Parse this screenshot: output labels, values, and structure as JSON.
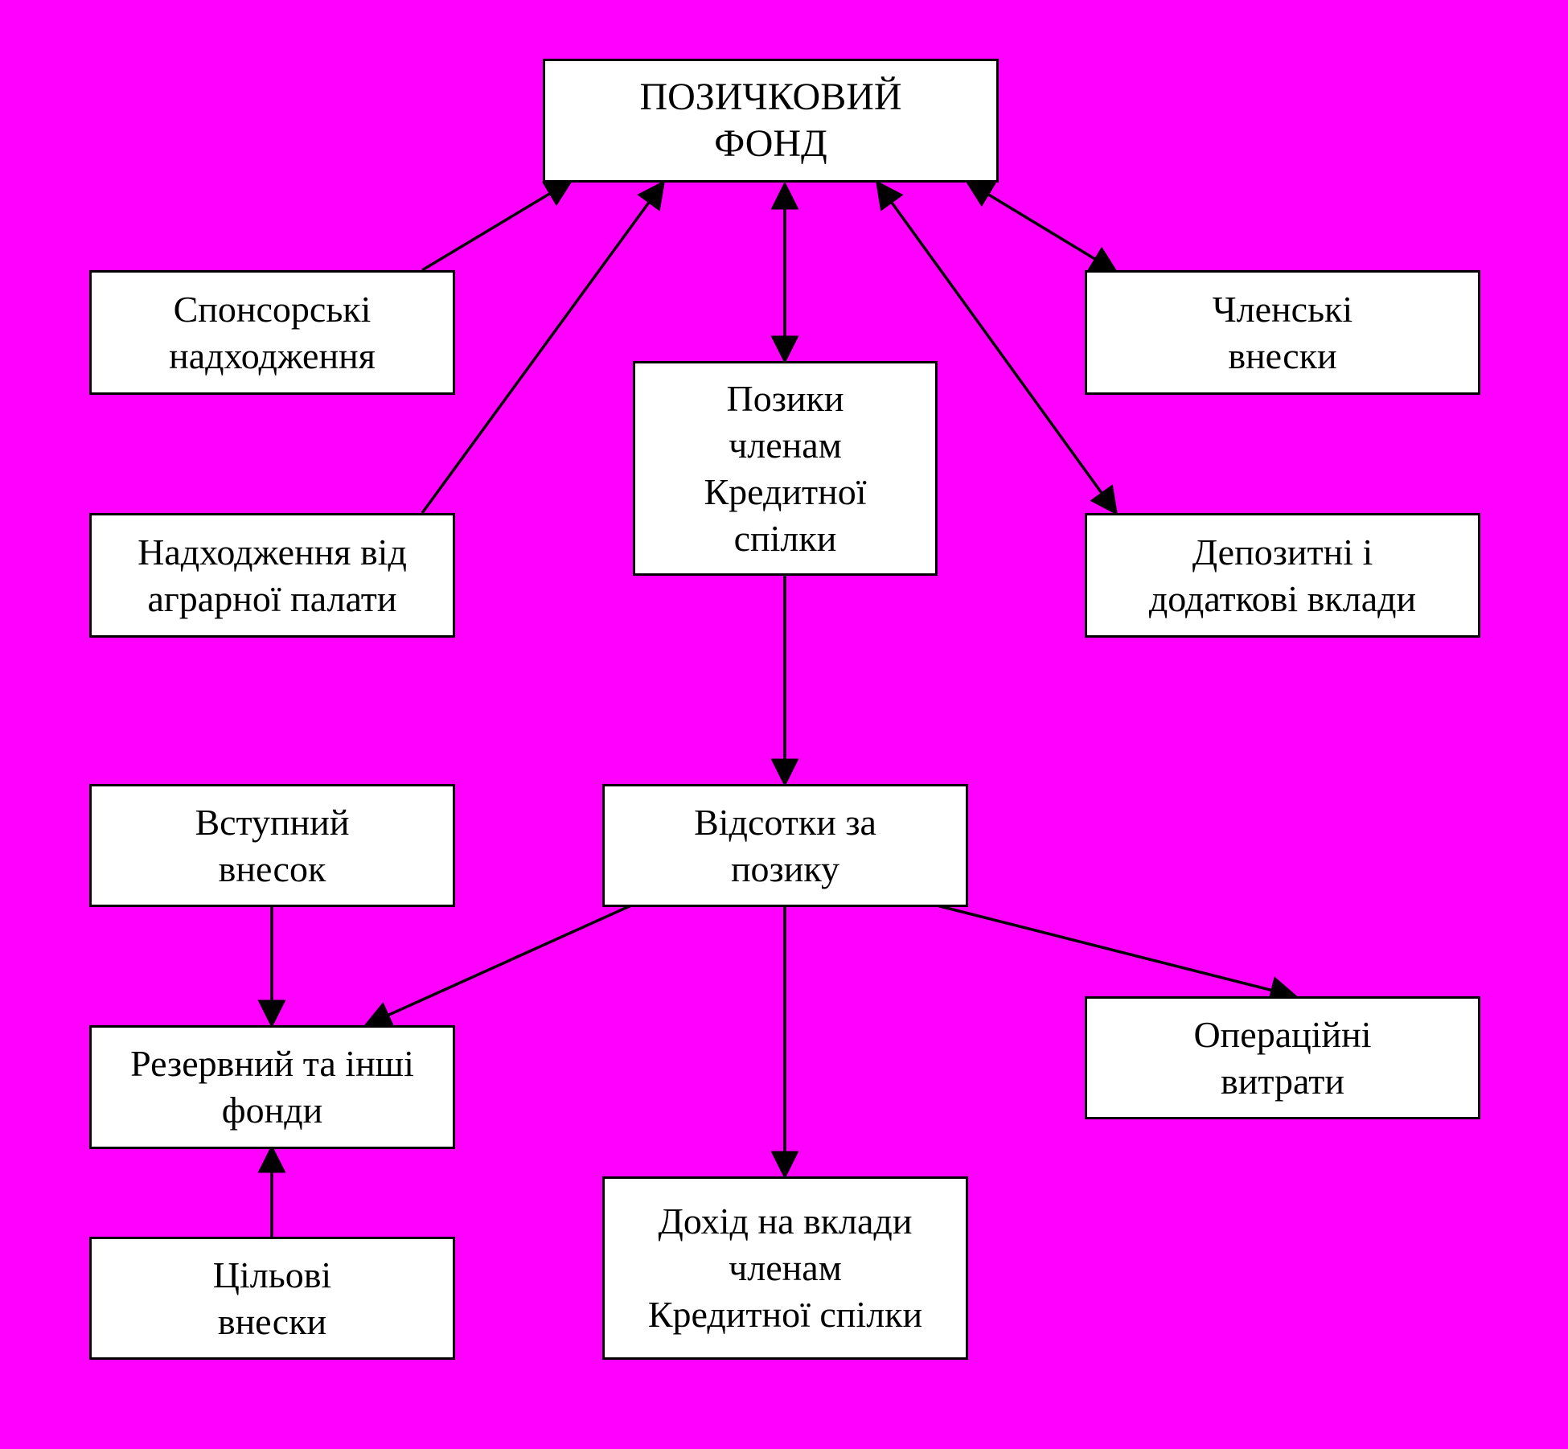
{
  "diagram": {
    "title": "ПОЗИЧКОВИЙ\nФОНД",
    "nodes": {
      "sponsor": "Спонсорські\nнадходження",
      "membership": "Членські\nвнески",
      "agrarian": "Надходження від\nаграрної палати",
      "loans": "Позики\nчленам\nКредитної\nспілки",
      "deposits": "Депозитні і\nдодаткові вклади",
      "entry_fee": "Вступний\nвнесок",
      "interest": "Відсотки за\nпозику",
      "reserve": "Резервний та інші\nфонди",
      "operating": "Операційні\nвитрати",
      "targeted": "Цільові\nвнески",
      "income": "Дохід на вклади\nчленам\nКредитної спілки"
    },
    "colors": {
      "background": "#ff00ff",
      "box_fill": "#ffffff",
      "line": "#000000"
    }
  }
}
